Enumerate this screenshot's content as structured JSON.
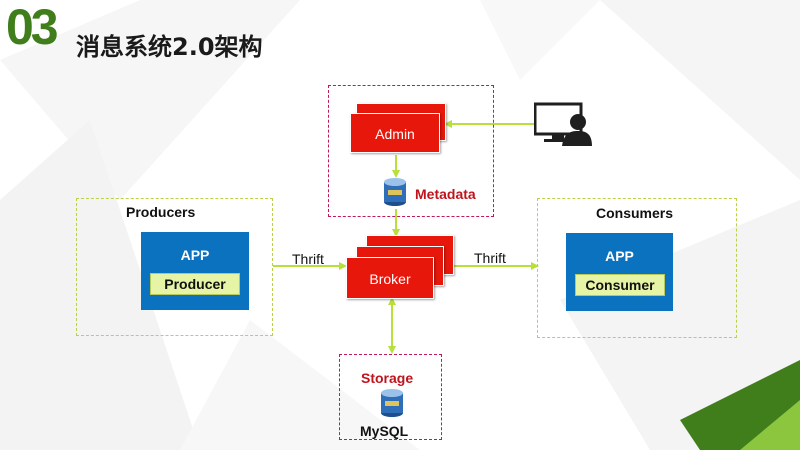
{
  "slide": {
    "number": "03",
    "title": "消息系统2.0架构"
  },
  "admin_group": {
    "admin_label": "Admin",
    "metadata_label": "Metadata"
  },
  "producers": {
    "group_label": "Producers",
    "app_label": "APP",
    "producer_label": "Producer"
  },
  "consumers": {
    "group_label": "Consumers",
    "app_label": "APP",
    "consumer_label": "Consumer"
  },
  "broker": {
    "label": "Broker",
    "left_protocol": "Thrift",
    "right_protocol": "Thrift"
  },
  "storage": {
    "group_label": "Storage",
    "db_label": "MySQL"
  },
  "colors": {
    "accent_green": "#3f7e1b",
    "broker_red": "#e8170b",
    "app_blue": "#0b72c0",
    "producer_yellow": "#e6f4a6",
    "arrow_green": "#b7e03a",
    "dashed_pink": "#c2185b",
    "label_red": "#c0141c"
  },
  "icons": [
    "user-computer-icon",
    "database-icon"
  ]
}
